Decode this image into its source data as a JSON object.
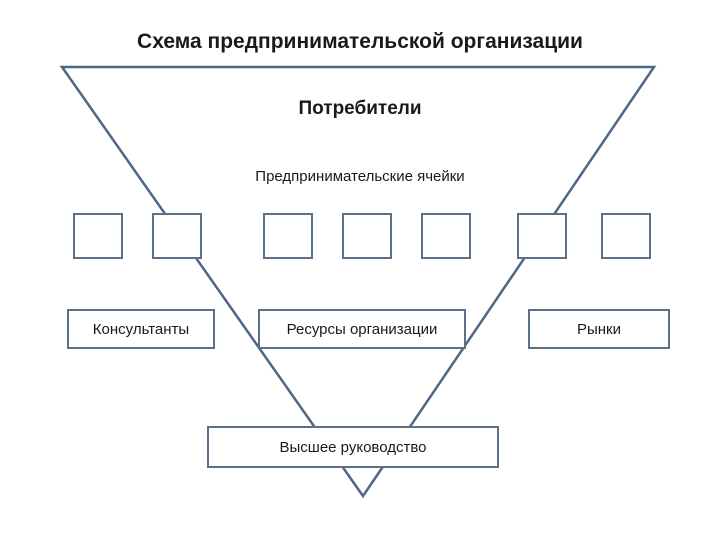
{
  "title": "Схема предпринимательской организации",
  "top_label": "Потребители",
  "cells_label": "Предпринимательские ячейки",
  "cells_count": 7,
  "boxes": {
    "consultants": "Консультанты",
    "resources": "Ресурсы организации",
    "markets": "Рынки",
    "top_management": "Высшее руководство"
  },
  "colors": {
    "line": "#4f6784",
    "box_border": "#5b7089",
    "text": "#1a1a1a",
    "background": "#ffffff"
  }
}
